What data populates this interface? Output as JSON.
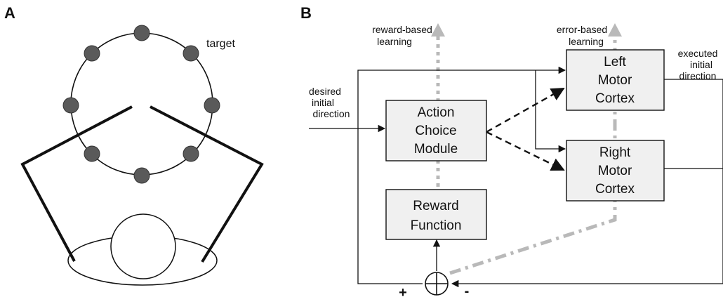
{
  "panels": {
    "a": {
      "letter": "A",
      "target_label": "target"
    },
    "b": {
      "letter": "B",
      "labels": {
        "reward_learning_1": "reward-based",
        "reward_learning_2": "learning",
        "error_learning_1": "error-based",
        "error_learning_2": "learning",
        "desired_1": "desired",
        "desired_2": "initial",
        "desired_3": "direction",
        "executed_1": "executed",
        "executed_2": "initial",
        "executed_3": "direction",
        "plus": "+",
        "minus": "-"
      },
      "boxes": {
        "action_choice": [
          "Action",
          "Choice",
          "Module"
        ],
        "left_motor": [
          "Left",
          "Motor",
          "Cortex"
        ],
        "right_motor": [
          "Right",
          "Motor",
          "Cortex"
        ],
        "reward_function": [
          "Reward",
          "Function"
        ]
      }
    }
  },
  "colors": {
    "box_fill": "#f0f0f0",
    "learning_signal": "#b9b9b9",
    "target_dot": "#5a5a5a"
  }
}
